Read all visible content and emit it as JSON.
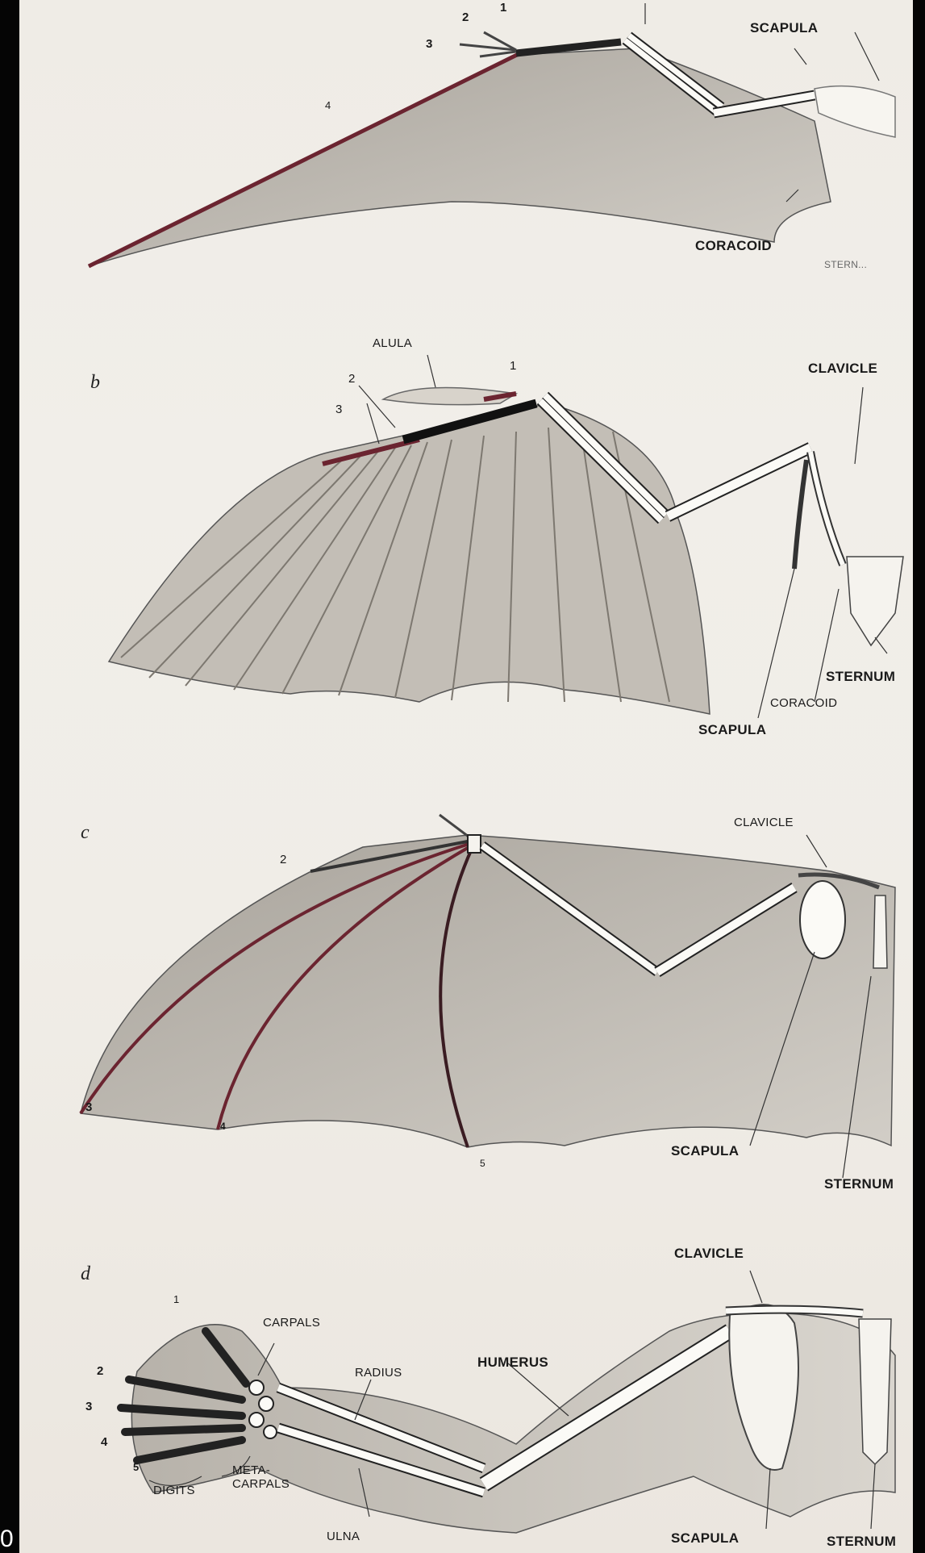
{
  "panels": [
    {
      "letter": "",
      "digits": [
        "1",
        "2",
        "3",
        "4"
      ],
      "labels": {
        "scapula": "SCAPULA",
        "coracoid": "CORACOID",
        "sternum": "STERN..."
      }
    },
    {
      "letter": "b",
      "digits": [
        "1",
        "2",
        "3"
      ],
      "labels": {
        "alula": "ALULA",
        "clavicle": "CLAVICLE",
        "sternum": "STERNUM",
        "coracoid": "CORACOID",
        "scapula": "SCAPULA"
      }
    },
    {
      "letter": "c",
      "digits": [
        "2",
        "3",
        "4",
        "5"
      ],
      "labels": {
        "clavicle": "CLAVICLE",
        "scapula": "SCAPULA",
        "sternum": "STERNUM"
      }
    },
    {
      "letter": "d",
      "digits": [
        "1",
        "2",
        "3",
        "4",
        "5"
      ],
      "labels": {
        "clavicle": "CLAVICLE",
        "carpals": "CARPALS",
        "radius": "RADIUS",
        "humerus": "HUMERUS",
        "metacarpals": "META-\nCARPALS",
        "digits": "DIGITS",
        "ulna": "ULNA",
        "scapula": "SCAPULA",
        "sternum": "STERNUM"
      }
    }
  ],
  "corner_text": "0",
  "colors": {
    "bone": "#fbfaf6",
    "bone_outline": "#2a2a2a",
    "membrane": "#b9b4ac",
    "highlight_red": "#7a2a32",
    "paper": "#efece6"
  }
}
